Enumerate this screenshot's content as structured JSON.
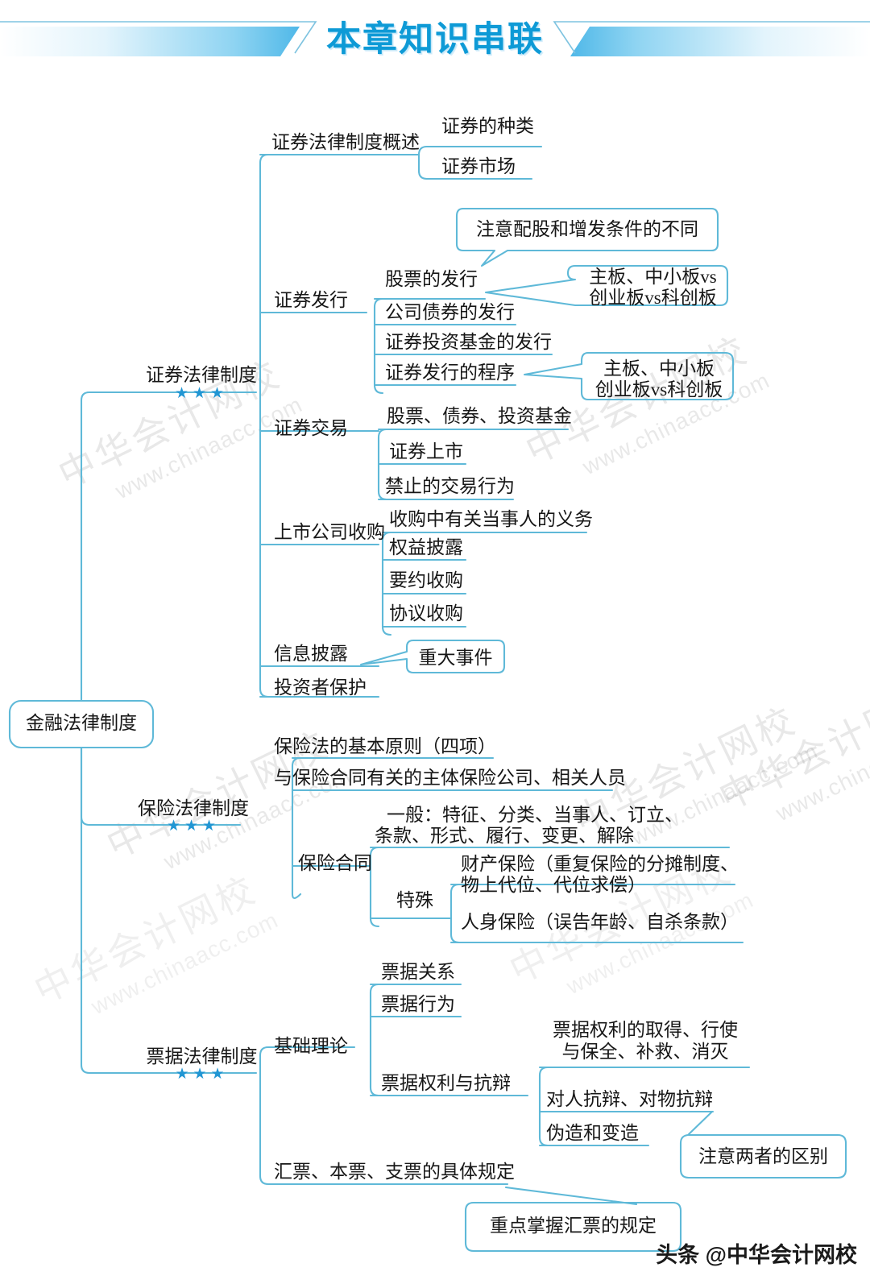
{
  "header": {
    "title": "本章知识串联",
    "accent": "#0e9ad6",
    "band_color": "#4fb8e8"
  },
  "theme": {
    "line_color": "#5fb9d8",
    "text_color": "#171717",
    "star_color": "#2196d3"
  },
  "watermarks": {
    "cn": "中华会计网校",
    "en": "www.chinaacc.com",
    "brand_prefix": "头条",
    "brand": "@中华会计网校"
  },
  "root": {
    "label": "金融法律制度"
  },
  "branches": [
    {
      "id": "securities",
      "label": "证券法律制度",
      "stars": "★★★",
      "children": [
        {
          "label": "证券法律制度概述",
          "children": [
            {
              "label": "证券的种类"
            },
            {
              "label": "证券市场"
            }
          ]
        },
        {
          "label": "证券发行",
          "children": [
            {
              "label": "股票的发行",
              "callouts": [
                "注意配股和增发条件的不同",
                "主板、中小板vs\n创业板vs科创板"
              ]
            },
            {
              "label": "公司债券的发行"
            },
            {
              "label": "证券投资基金的发行"
            },
            {
              "label": "证券发行的程序",
              "callouts": [
                "主板、中小板\n创业板vs科创板"
              ]
            }
          ]
        },
        {
          "label": "证券交易",
          "children": [
            {
              "label": "股票、债券、投资基金"
            },
            {
              "label": "证券上市"
            },
            {
              "label": "禁止的交易行为"
            }
          ]
        },
        {
          "label": "上市公司收购",
          "children": [
            {
              "label": "收购中有关当事人的义务"
            },
            {
              "label": "权益披露"
            },
            {
              "label": "要约收购"
            },
            {
              "label": "协议收购"
            }
          ]
        },
        {
          "label": "信息披露",
          "callouts": [
            "重大事件"
          ]
        },
        {
          "label": "投资者保护"
        }
      ]
    },
    {
      "id": "insurance",
      "label": "保险法律制度",
      "stars": "★★★",
      "children": [
        {
          "label": "保险法的基本原则（四项）"
        },
        {
          "label": "与保险合同有关的主体保险公司、相关人员"
        },
        {
          "label": "保险合同",
          "children": [
            {
              "label": "一般：特征、分类、当事人、订立、\n条款、形式、履行、变更、解除"
            },
            {
              "label": "特殊",
              "children": [
                {
                  "label": "财产保险（重复保险的分摊制度、\n物上代位、代位求偿）"
                },
                {
                  "label": "人身保险（误告年龄、自杀条款）"
                }
              ]
            }
          ]
        }
      ]
    },
    {
      "id": "negotiable",
      "label": "票据法律制度",
      "stars": "★★★",
      "children": [
        {
          "label": "基础理论",
          "children": [
            {
              "label": "票据关系"
            },
            {
              "label": "票据行为"
            },
            {
              "label": "票据权利与抗辩",
              "children": [
                {
                  "label": "票据权利的取得、行使\n与保全、补救、消灭"
                },
                {
                  "label": "对人抗辩、对物抗辩",
                  "callouts": [
                    "注意两者的区别"
                  ]
                },
                {
                  "label": "伪造和变造"
                }
              ]
            }
          ]
        },
        {
          "label": "汇票、本票、支票的具体规定",
          "callouts": [
            "重点掌握汇票的规定"
          ]
        }
      ]
    }
  ],
  "nodes": {
    "root": "金融法律制度",
    "b1": "证券法律制度",
    "b1_stars": "★★★",
    "b1_c1": "证券法律制度概述",
    "b1_c1_1": "证券的种类",
    "b1_c1_2": "证券市场",
    "b1_c2": "证券发行",
    "b1_c2_1": "股票的发行",
    "b1_c2_2": "公司债券的发行",
    "b1_c2_3": "证券投资基金的发行",
    "b1_c2_4": "证券发行的程序",
    "b1_c3": "证券交易",
    "b1_c3_1": "股票、债券、投资基金",
    "b1_c3_2": "证券上市",
    "b1_c3_3": "禁止的交易行为",
    "b1_c4": "上市公司收购",
    "b1_c4_1": "收购中有关当事人的义务",
    "b1_c4_2": "权益披露",
    "b1_c4_3": "要约收购",
    "b1_c4_4": "协议收购",
    "b1_c5": "信息披露",
    "b1_c6": "投资者保护",
    "b2": "保险法律制度",
    "b2_stars": "★★★",
    "b2_c1": "保险法的基本原则（四项）",
    "b2_c2": "与保险合同有关的主体保险公司、相关人员",
    "b2_c3": "保险合同",
    "b2_c3_1a": "一般：特征、分类、当事人、订立、",
    "b2_c3_1b": "条款、形式、履行、变更、解除",
    "b2_c3_2": "特殊",
    "b2_c3_2_1a": "财产保险（重复保险的分摊制度、",
    "b2_c3_2_1b": "物上代位、代位求偿）",
    "b2_c3_2_2": "人身保险（误告年龄、自杀条款）",
    "b3": "票据法律制度",
    "b3_stars": "★★★",
    "b3_c1": "基础理论",
    "b3_c1_1": "票据关系",
    "b3_c1_2": "票据行为",
    "b3_c1_3": "票据权利与抗辩",
    "b3_c1_3_1a": "票据权利的取得、行使",
    "b3_c1_3_1b": "与保全、补救、消灭",
    "b3_c1_3_2": "对人抗辩、对物抗辩",
    "b3_c1_3_3": "伪造和变造",
    "b3_c2": "汇票、本票、支票的具体规定"
  },
  "callouts": {
    "co1": "注意配股和增发条件的不同",
    "co2a": "主板、中小板vs",
    "co2b": "创业板vs科创板",
    "co3a": "主板、中小板",
    "co3b": "创业板vs科创板",
    "co4": "重大事件",
    "co5": "注意两者的区别",
    "co6": "重点掌握汇票的规定"
  }
}
